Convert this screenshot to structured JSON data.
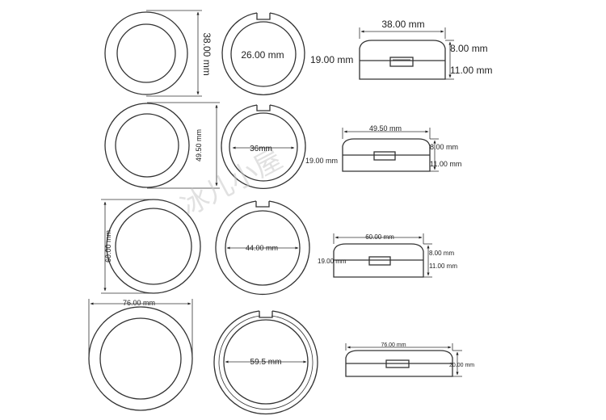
{
  "rows": [
    {
      "ring_dim": "38.00 mm",
      "inner_dim": "26.00 mm",
      "side_width": "38.00 mm",
      "side_total": "19.00 mm",
      "side_lid": "8.00 mm",
      "side_base": "11.00 mm"
    },
    {
      "ring_dim": "49.50 mm",
      "inner_dim": "36mm",
      "side_width": "49.50 mm",
      "side_total": "19.00 mm",
      "side_lid": "8.00 mm",
      "side_base": "11.00 mm"
    },
    {
      "ring_dim": "60.00 mm",
      "inner_dim": "44.00 mm",
      "side_width": "60.00 mm",
      "side_total": "19.00 mm",
      "side_lid": "8.00 mm",
      "side_base": "11.00 mm"
    },
    {
      "ring_dim": "76.00 mm",
      "inner_dim": "59.5 mm",
      "side_width": "76.00 mm",
      "side_total": "20.00 mm"
    }
  ],
  "watermark": "冰儿小屋"
}
